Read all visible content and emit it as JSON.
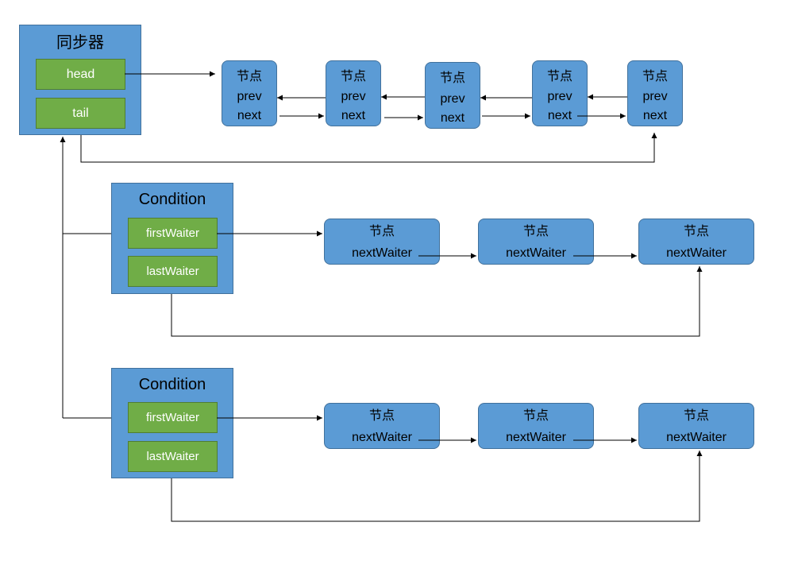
{
  "sync": {
    "title": "同步器",
    "head": "head",
    "tail": "tail"
  },
  "sync_nodes": [
    {
      "title": "节点",
      "prev": "prev",
      "next": "next"
    },
    {
      "title": "节点",
      "prev": "prev",
      "next": "next"
    },
    {
      "title": "节点",
      "prev": "prev",
      "next": "next"
    },
    {
      "title": "节点",
      "prev": "prev",
      "next": "next"
    },
    {
      "title": "节点",
      "prev": "prev",
      "next": "next"
    }
  ],
  "conditions": [
    {
      "title": "Condition",
      "first": "firstWaiter",
      "last": "lastWaiter",
      "nodes": [
        {
          "title": "节点",
          "field": "nextWaiter"
        },
        {
          "title": "节点",
          "field": "nextWaiter"
        },
        {
          "title": "节点",
          "field": "nextWaiter"
        }
      ]
    },
    {
      "title": "Condition",
      "first": "firstWaiter",
      "last": "lastWaiter",
      "nodes": [
        {
          "title": "节点",
          "field": "nextWaiter"
        },
        {
          "title": "节点",
          "field": "nextWaiter"
        },
        {
          "title": "节点",
          "field": "nextWaiter"
        }
      ]
    }
  ],
  "colors": {
    "box_fill": "#5b9bd5",
    "box_stroke": "#41719c",
    "field_fill": "#70ad47",
    "field_stroke": "#507e32",
    "line": "#000000"
  }
}
